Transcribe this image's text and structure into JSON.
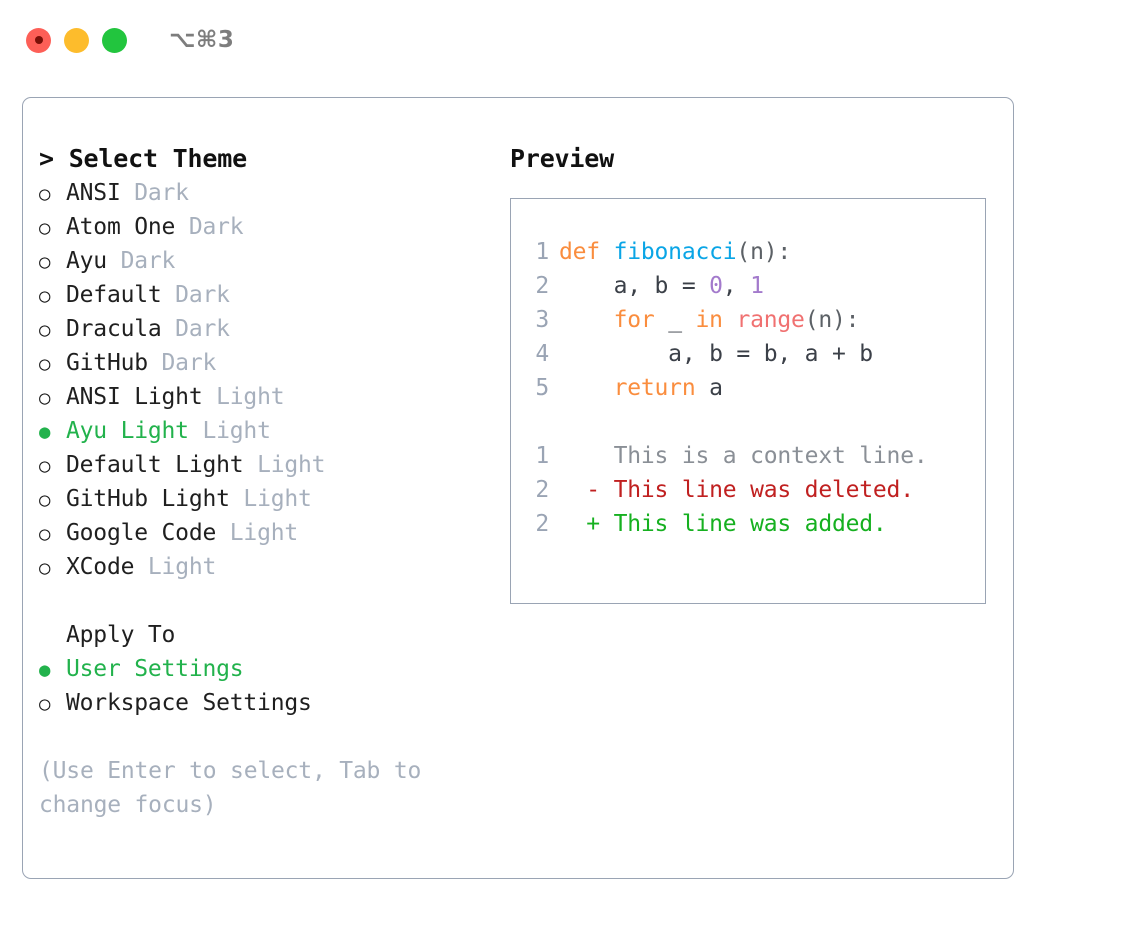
{
  "titlebar": {
    "shortcut": "⌥⌘3",
    "buttons": {
      "close": "close",
      "minimize": "minimize",
      "maximize": "maximize"
    }
  },
  "theme_picker": {
    "heading": "> Select Theme",
    "items": [
      {
        "marker": "○",
        "label": "ANSI",
        "suffix": " Dark",
        "selected": false
      },
      {
        "marker": "○",
        "label": "Atom One",
        "suffix": " Dark",
        "selected": false
      },
      {
        "marker": "○",
        "label": "Ayu",
        "suffix": " Dark",
        "selected": false
      },
      {
        "marker": "○",
        "label": "Default",
        "suffix": " Dark",
        "selected": false
      },
      {
        "marker": "○",
        "label": "Dracula",
        "suffix": " Dark",
        "selected": false
      },
      {
        "marker": "○",
        "label": "GitHub",
        "suffix": " Dark",
        "selected": false
      },
      {
        "marker": "○",
        "label": "ANSI Light",
        "suffix": " Light",
        "selected": false
      },
      {
        "marker": "●",
        "label": "Ayu Light",
        "suffix": " Light",
        "selected": true
      },
      {
        "marker": "○",
        "label": "Default Light",
        "suffix": " Light",
        "selected": false
      },
      {
        "marker": "○",
        "label": "GitHub Light",
        "suffix": " Light",
        "selected": false
      },
      {
        "marker": "○",
        "label": "Google Code",
        "suffix": " Light",
        "selected": false
      },
      {
        "marker": "○",
        "label": "XCode",
        "suffix": " Light",
        "selected": false
      }
    ]
  },
  "apply_to": {
    "heading": "Apply To",
    "items": [
      {
        "marker": "●",
        "label": "User Settings",
        "selected": true
      },
      {
        "marker": "○",
        "label": "Workspace Settings",
        "selected": false
      }
    ]
  },
  "hint": "(Use Enter to select, Tab to change focus)",
  "preview": {
    "title": "Preview",
    "code_lines": [
      {
        "num": "1",
        "segments": [
          {
            "text": "def ",
            "token": "kw"
          },
          {
            "text": "fibonacci",
            "token": "fn"
          },
          {
            "text": "(n):",
            "token": "punc"
          }
        ]
      },
      {
        "num": "2",
        "segments": [
          {
            "text": "    a, b = ",
            "token": "txt"
          },
          {
            "text": "0",
            "token": "num"
          },
          {
            "text": ", ",
            "token": "txt"
          },
          {
            "text": "1",
            "token": "num"
          }
        ]
      },
      {
        "num": "3",
        "segments": [
          {
            "text": "    ",
            "token": "txt"
          },
          {
            "text": "for",
            "token": "kw"
          },
          {
            "text": " _ ",
            "token": "txt"
          },
          {
            "text": "in",
            "token": "kw"
          },
          {
            "text": " ",
            "token": "txt"
          },
          {
            "text": "range",
            "token": "call"
          },
          {
            "text": "(n):",
            "token": "punc"
          }
        ]
      },
      {
        "num": "4",
        "segments": [
          {
            "text": "        a, b = b, a + b",
            "token": "txt"
          }
        ]
      },
      {
        "num": "5",
        "segments": [
          {
            "text": "    ",
            "token": "txt"
          },
          {
            "text": "return",
            "token": "kw"
          },
          {
            "text": " a",
            "token": "txt"
          }
        ]
      }
    ],
    "diff_lines": [
      {
        "num": "1",
        "marker": " ",
        "text": "This is a context line.",
        "kind": "ctx"
      },
      {
        "num": "2",
        "marker": "-",
        "text": "This line was deleted.",
        "kind": "del"
      },
      {
        "num": "2",
        "marker": "+",
        "text": "This line was added.",
        "kind": "add"
      }
    ]
  },
  "colors": {
    "accent_selected": "#22b24c",
    "muted_text": "#a7b0bd",
    "border": "#9aa4b4",
    "keyword": "#fa8d3e",
    "function": "#0aa5e6",
    "number": "#a37acc",
    "call": "#f07171",
    "diff_add": "#16b020",
    "diff_del": "#c02020",
    "traffic_close": "#fd5f57",
    "traffic_min": "#fdbc2c",
    "traffic_max": "#22c53e"
  }
}
